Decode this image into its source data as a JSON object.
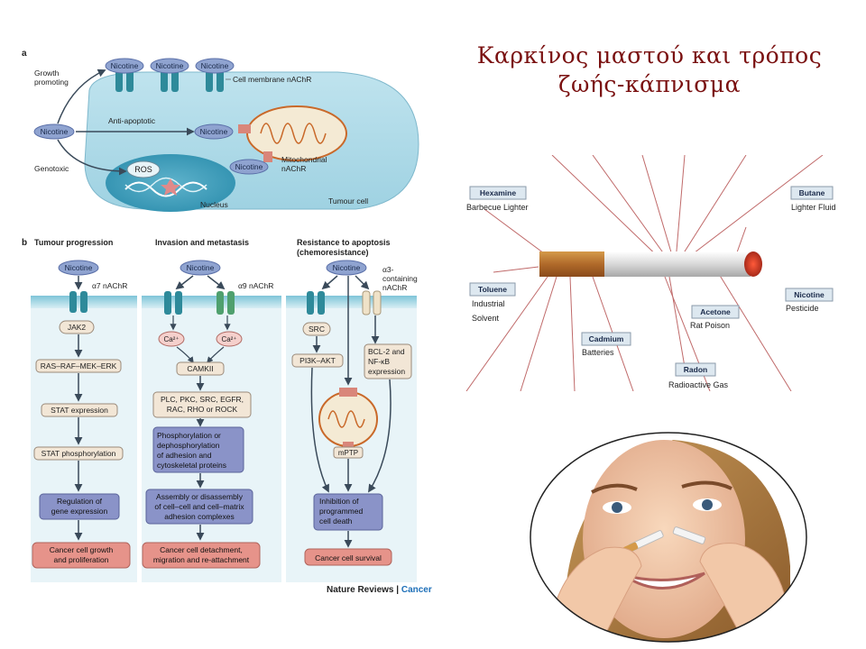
{
  "slide": {
    "title_line1": "Καρκίνος μαστού και τρόπος",
    "title_line2": "ζωής-κάπνισμα"
  },
  "panel_a": {
    "label": "a",
    "growth_line1": "Growth",
    "growth_line2": "promoting",
    "anti_apoptotic": "Anti-apoptotic",
    "genotoxic": "Genotoxic",
    "nicotine": "Nicotine",
    "cell_membrane_nachr": "Cell membrane nAChR",
    "mito_line1": "Mitochondrial",
    "mito_line2": "nAChR",
    "ros": "ROS",
    "nucleus": "Nucleus",
    "tumour_cell": "Tumour cell"
  },
  "panel_b": {
    "label": "b",
    "col1": {
      "heading": "Tumour progression",
      "nicotine": "Nicotine",
      "receptor": "α7 nAChR",
      "steps": [
        "JAK2",
        "RAS–RAF–MEK–ERK",
        "STAT expression",
        "STAT phosphorylation"
      ],
      "reg_line1": "Regulation of",
      "reg_line2": "gene expression",
      "out_line1": "Cancer cell growth",
      "out_line2": "and proliferation"
    },
    "col2": {
      "heading": "Invasion and metastasis",
      "nicotine": "Nicotine",
      "receptor": "α9 nAChR",
      "ca": "Ca²⁺",
      "camkii": "CAMKII",
      "kin_line1": "PLC, PKC, SRC, EGFR,",
      "kin_line2": "RAC, RHO or ROCK",
      "phos_line1": "Phosphorylation or",
      "phos_line2": "dephosphorylation",
      "phos_line3": "of adhesion and",
      "phos_line4": "cytoskeletal proteins",
      "asm_line1": "Assembly or disassembly",
      "asm_line2": "of cell–cell and cell–matrix",
      "asm_line3": "adhesion complexes",
      "out_line1": "Cancer cell detachment,",
      "out_line2": "migration and re-attachment"
    },
    "col3": {
      "heading_line1": "Resistance to apoptosis",
      "heading_line2": "(chemoresistance)",
      "nicotine": "Nicotine",
      "rec_line1": "α3-",
      "rec_line2": "containing",
      "rec_line3": "nAChR",
      "src": "SRC",
      "pi3k": "PI3K–AKT",
      "bcl_line1": "BCL-2 and",
      "bcl_line2": "NF-κB",
      "bcl_line3": "expression",
      "mptp": "mPTP",
      "inh_line1": "Inhibition of",
      "inh_line2": "programmed",
      "inh_line3": "cell death",
      "out": "Cancer cell survival"
    },
    "credit_main": "Nature Reviews",
    "credit_sep": " | ",
    "credit_cancer": "Cancer"
  },
  "cigarette": {
    "labels": [
      {
        "name": "Hexamine",
        "use": "Barbecue Lighter"
      },
      {
        "name": "Butane",
        "use": "Lighter Fluid"
      },
      {
        "name": "Toluene",
        "use": "Industrial Solvent"
      },
      {
        "name": "Nicotine",
        "use": "Pesticide"
      },
      {
        "name": "Acetone",
        "use": "Rat Poison"
      },
      {
        "name": "Cadmium",
        "use": "Batteries"
      },
      {
        "name": "Radon",
        "use": "Radioactive Gas"
      }
    ],
    "toluene_use_line1": "Industrial",
    "toluene_use_line2": "Solvent"
  },
  "colors": {
    "title": "#7a1010",
    "nicotine_fill": "#8fa3d0",
    "membrane": "#7ec5d8",
    "box_blue": "#8a93c8",
    "box_red": "#e6938a",
    "box_beige": "#f2e6d6",
    "receptor_teal": "#2e8a9a",
    "receptor_green": "#4fa06e"
  }
}
